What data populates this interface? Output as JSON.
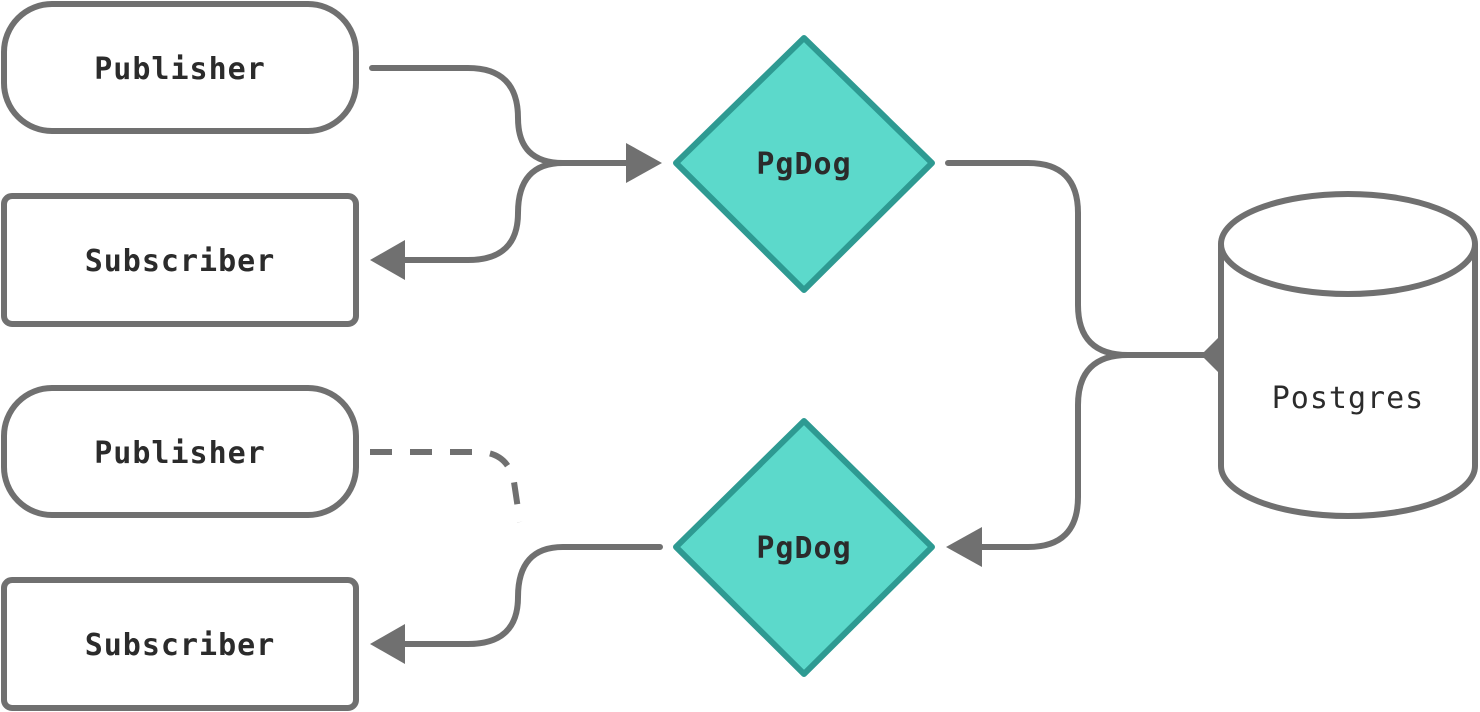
{
  "diagram": {
    "nodes": {
      "publisher_top": {
        "label": "Publisher"
      },
      "subscriber_top": {
        "label": "Subscriber"
      },
      "publisher_bottom": {
        "label": "Publisher"
      },
      "subscriber_bottom": {
        "label": "Subscriber"
      },
      "pgdog_top": {
        "label": "PgDog"
      },
      "pgdog_bottom": {
        "label": "PgDog"
      },
      "postgres": {
        "label": "Postgres"
      }
    },
    "colors": {
      "stroke": "#707070",
      "proxy_fill": "#5cd9cb",
      "proxy_stroke": "#2e9a92",
      "text": "#2b2b2b"
    }
  }
}
